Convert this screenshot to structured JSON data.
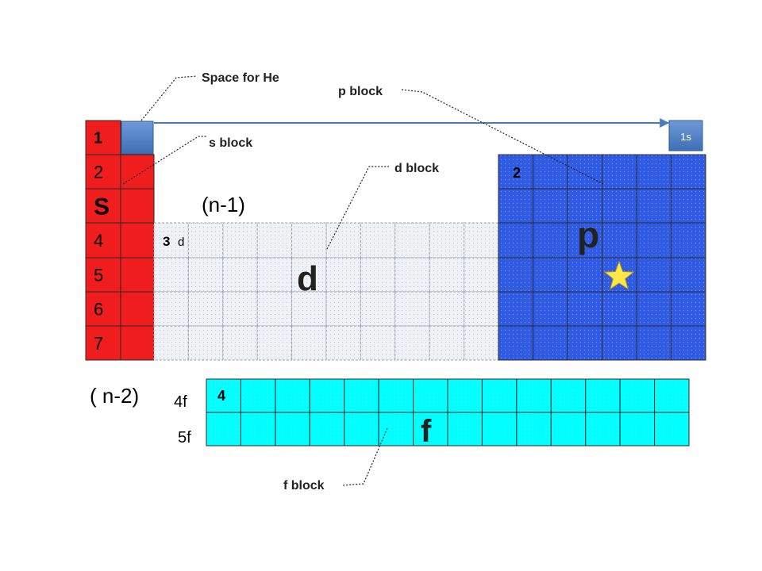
{
  "callouts": {
    "space_for_he": "Space for He",
    "p_block": "p block",
    "s_block": "s block",
    "d_block": "d block",
    "f_block": "f block"
  },
  "s_block": {
    "rows": [
      "1",
      "2",
      "S",
      "4",
      "5",
      "6",
      "7"
    ],
    "color": "#ef1d1d"
  },
  "p_block": {
    "row_label": "2",
    "letter": "p",
    "color": "#2f5ae3",
    "star_color": "#ffe94a"
  },
  "d_block": {
    "shell_note": "(n-1)",
    "first_cell_digit": "3",
    "first_cell_letter": "d",
    "letter": "d",
    "color": "#e7edf3"
  },
  "f_block": {
    "shell_note": "( n-2)",
    "row_labels": [
      "4f",
      "5f"
    ],
    "first_cell": "4",
    "letter": "f",
    "color": "#00ffff"
  },
  "he_box": {
    "label": "1s",
    "color": "#4f81c7"
  },
  "arrow_color": "#4a7bbd"
}
